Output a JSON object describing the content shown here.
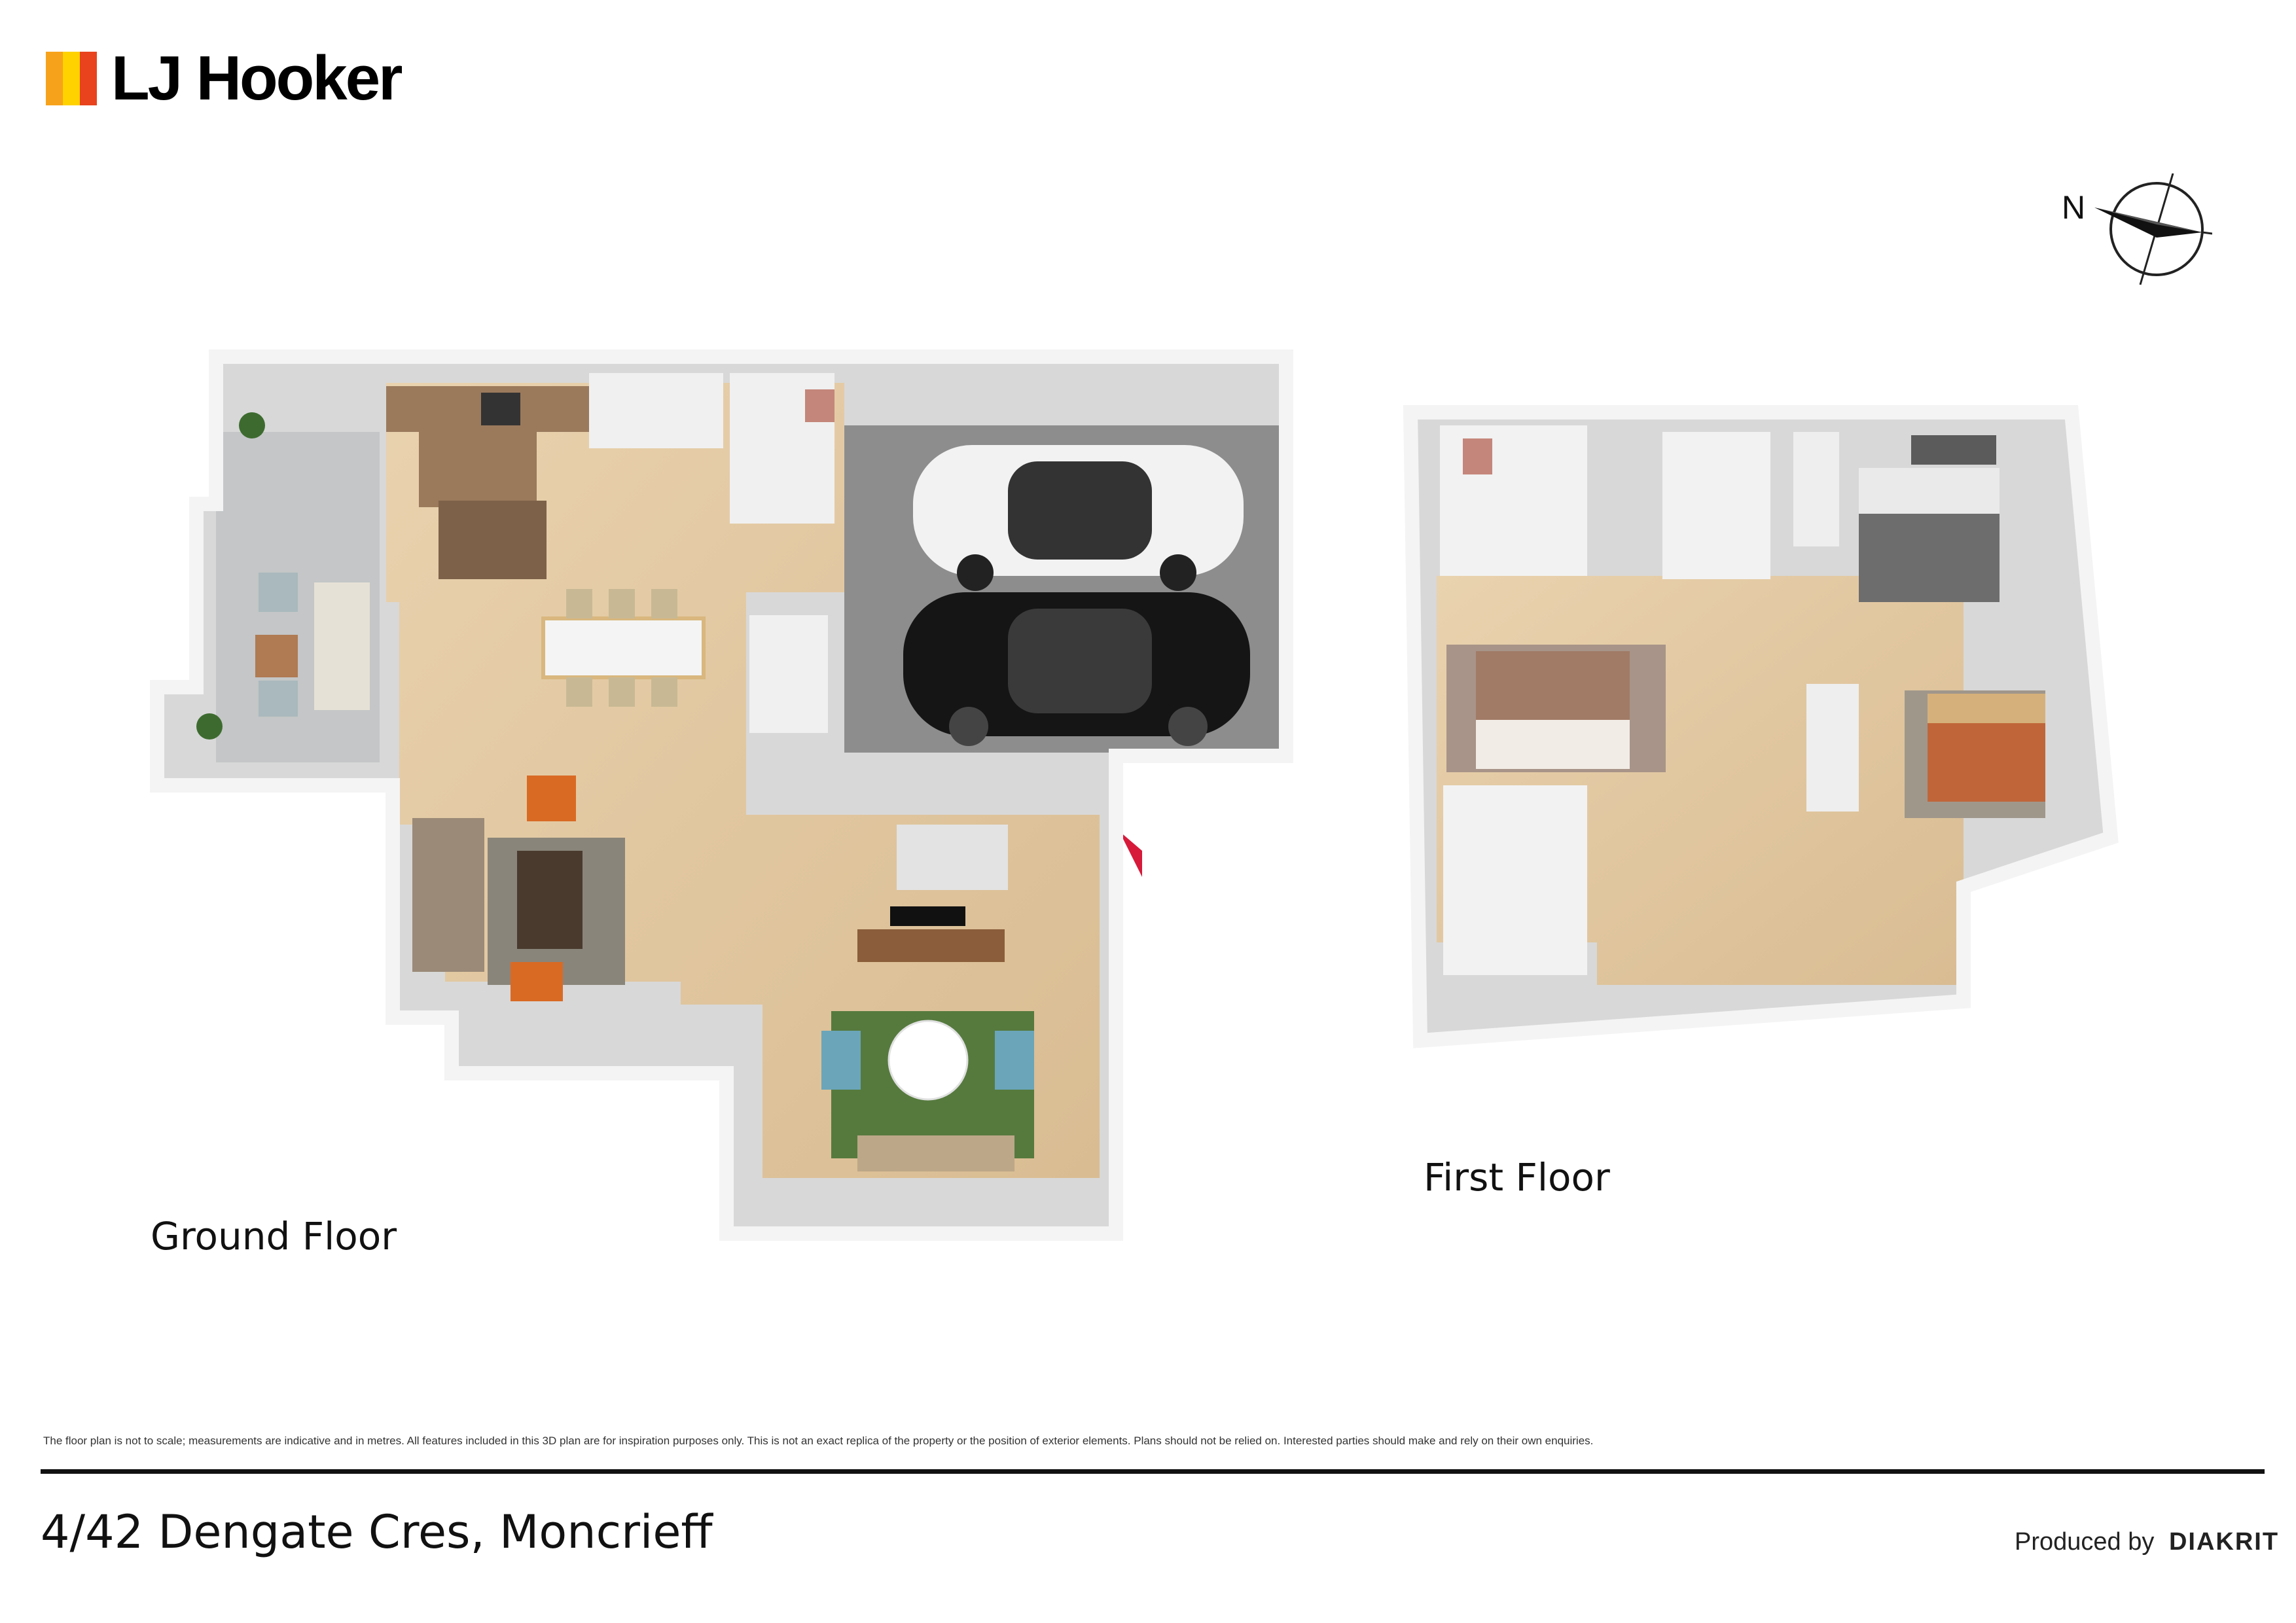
{
  "brand": {
    "name": "LJ Hooker",
    "colors": [
      "#f7a21b",
      "#ffd200",
      "#e8431d"
    ]
  },
  "compass": {
    "north_label": "N",
    "icon": "compass-icon"
  },
  "floors": {
    "ground": {
      "label": "Ground Floor"
    },
    "first": {
      "label": "First Floor"
    }
  },
  "entry_marker": {
    "icon": "entry-arrow-icon",
    "color": "#d71a3a"
  },
  "disclaimer": "The floor plan is not to scale; measurements are indicative and in metres. All features included in this 3D plan are for inspiration purposes only. This is not an exact replica of the property or the position of exterior elements. Plans should not be relied on. Interested parties should make and rely on their own enquiries.",
  "footer": {
    "address": "4/42 Dengate Cres, Moncrieff",
    "produced_prefix": "Produced by",
    "produced_brand": "DIAKRIT"
  }
}
